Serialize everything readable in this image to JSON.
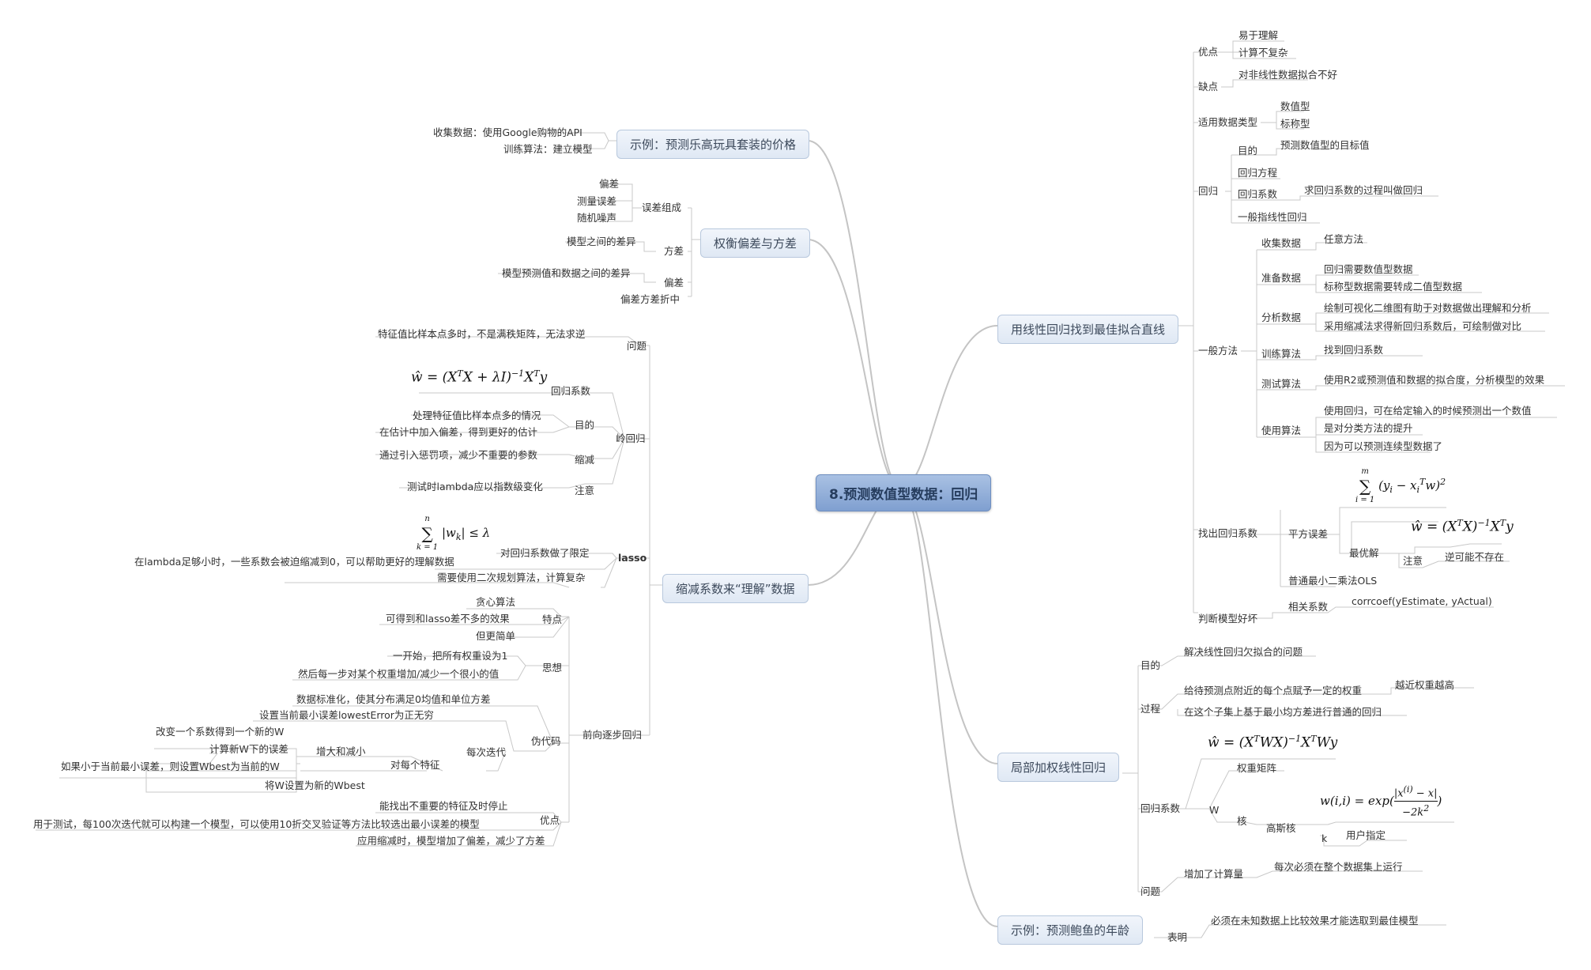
{
  "center": "8.预测数值型数据：回归",
  "branches": {
    "linear": "用线性回归找到最佳拟合直线",
    "local": "局部加权线性回归",
    "abalone": "示例：预测鲍鱼的年龄",
    "lego": "示例：预测乐高玩具套装的价格",
    "tradeoff": "权衡偏差与方差",
    "shrink": "缩减系数来“理解”数据"
  },
  "linear": {
    "pros": "优点",
    "pros_1": "易于理解",
    "pros_2": "计算不复杂",
    "cons": "缺点",
    "cons_1": "对非线性数据拟合不好",
    "types": "适用数据类型",
    "types_1": "数值型",
    "types_2": "标称型",
    "reg": "回归",
    "reg_goal": "目的",
    "reg_goal_1": "预测数值型的目标值",
    "reg_eq": "回归方程",
    "reg_coef": "回归系数",
    "reg_coef_1": "求回归系数的过程叫做回归",
    "reg_general": "一般指线性回归",
    "method": "一般方法",
    "collect": "收集数据",
    "collect_1": "任意方法",
    "prepare": "准备数据",
    "prepare_1": "回归需要数值型数据",
    "prepare_2": "标称型数据需要转成二值型数据",
    "analyze": "分析数据",
    "analyze_1": "绘制可视化二维图有助于对数据做出理解和分析",
    "analyze_2": "采用缩减法求得新回归系数后，可绘制做对比",
    "train": "训练算法",
    "train_1": "找到回归系数",
    "test": "测试算法",
    "test_1": "使用R2或预测值和数据的拟合度，分析模型的效果",
    "use": "使用算法",
    "use_1": "使用回归，可在给定输入的时候预测出一个数值",
    "use_2": "是对分类方法的提升",
    "use_3": "因为可以预测连续型数据了",
    "find": "找出回归系数",
    "sq_err": "平方误差",
    "optimal": "最优解",
    "note": "注意",
    "note_1": "逆可能不存在",
    "ols": "普通最小二乘法OLS",
    "judge": "判断模型好坏",
    "corr": "相关系数",
    "corr_fn": "corrcoef(yEstimate, yActual)"
  },
  "local": {
    "goal": "目的",
    "goal_1": "解决线性回归欠拟合的问题",
    "process": "过程",
    "process_1": "给待预测点附近的每个点赋予一定的权重",
    "process_1a": "越近权重越高",
    "process_2": "在这个子集上基于最小均方差进行普通的回归",
    "coef": "回归系数",
    "W": "W",
    "wmatrix": "权重矩阵",
    "kernel": "核",
    "gauss": "高斯核",
    "k": "k",
    "k_1": "用户指定",
    "problem": "问题",
    "problem_1": "增加了计算量",
    "problem_1a": "每次必须在整个数据集上运行"
  },
  "abalone": {
    "show": "表明",
    "show_1": "必须在未知数据上比较效果才能选取到最佳模型"
  },
  "lego": {
    "collect": "收集数据：使用Google购物的API",
    "train": "训练算法：建立模型"
  },
  "tradeoff": {
    "err": "误差组成",
    "bias": "偏差",
    "measure": "测量误差",
    "noise": "随机噪声",
    "variance": "方差",
    "variance_1": "模型之间的差异",
    "bias2": "偏差",
    "bias2_1": "模型预测值和数据之间的差异",
    "compromise": "偏差方差折中"
  },
  "shrink": {
    "problem": "问题",
    "problem_1": "特征值比样本点多时，不是满秩矩阵，无法求逆",
    "ridge": "岭回归",
    "ridge_coef": "回归系数",
    "ridge_goal": "目的",
    "ridge_goal_1": "处理特征值比样本点多的情况",
    "ridge_goal_2": "在估计中加入偏差，得到更好的估计",
    "ridge_shrink": "缩减",
    "ridge_shrink_1": "通过引入惩罚项，减少不重要的参数",
    "ridge_note": "注意",
    "ridge_note_1": "测试时lambda应以指数级变化",
    "lasso": "lasso",
    "lasso_1": "对回归系数做了限定",
    "lasso_1a": "在lambda足够小时，一些系数会被迫缩减到0，可以帮助更好的理解数据",
    "lasso_2": "需要使用二次规划算法，计算复杂",
    "stage": "前向逐步回归",
    "feat": "特点",
    "feat_1": "贪心算法",
    "feat_2": "可得到和lasso差不多的效果",
    "feat_3": "但更简单",
    "idea": "思想",
    "idea_1": "一开始，把所有权重设为1",
    "idea_2": "然后每一步对某个权重增加/减少一个很小的值",
    "pseudo": "伪代码",
    "pseudo_1": "数据标准化，使其分布满足0均值和单位方差",
    "iter": "每次迭代",
    "iter_1": "设置当前最小误差lowestError为正无穷",
    "each": "对每个特征",
    "incdec": "增大和减小",
    "incdec_1": "改变一个系数得到一个新的W",
    "incdec_2": "计算新W下的误差",
    "incdec_3": "如果小于当前最小误差，则设置Wbest为当前的W",
    "each_1": "将W设置为新的Wbest",
    "adv": "优点",
    "adv_1": "能找出不重要的特征及时停止",
    "adv_2": "用于测试，每100次迭代就可以构建一个模型，可以使用10折交叉验证等方法比较选出最小误差的模型",
    "adv_3": "应用缩减时，模型增加了偏差，减少了方差"
  }
}
